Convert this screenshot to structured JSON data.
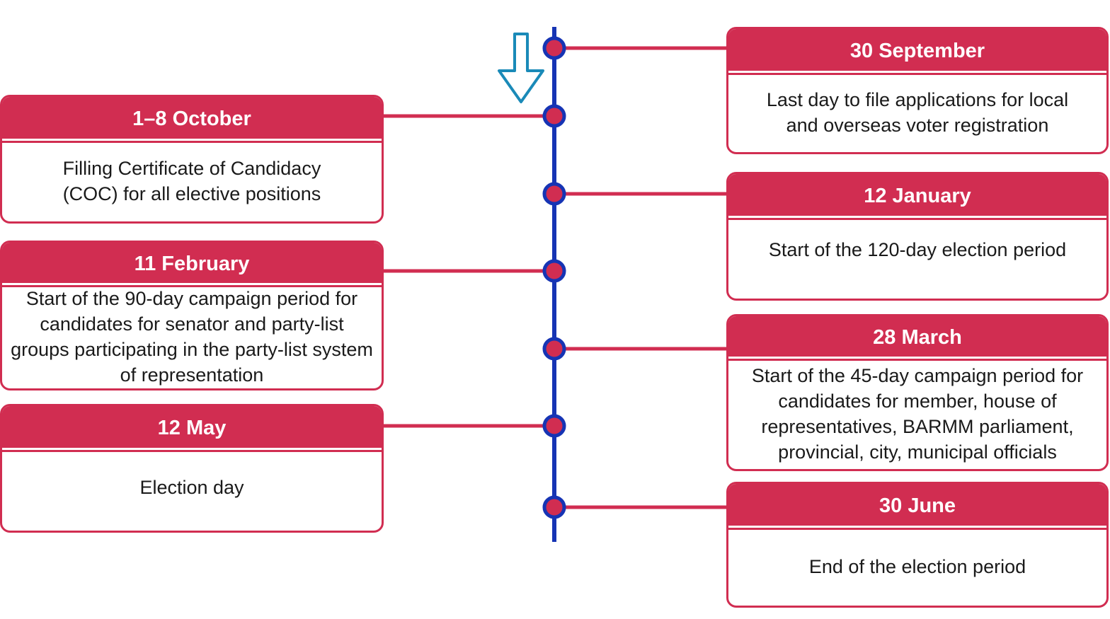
{
  "colors": {
    "accent": "#d12d51",
    "timeline": "#1634b4",
    "arrow": "#1a8ab8",
    "text": "#1a1a1a"
  },
  "arrow_icon": "down-arrow-icon",
  "events": [
    {
      "date": "30 September",
      "description": "Last day to file applications for local and overseas voter registration",
      "side": "right"
    },
    {
      "date": "1–8 October",
      "description": "Filling Certificate of Candidacy (COC) for all elective positions",
      "side": "left"
    },
    {
      "date": "12 January",
      "description": "Start of the 120-day election period",
      "side": "right"
    },
    {
      "date": "11 February",
      "description": "Start of the 90-day campaign period for candidates for senator and party-list groups participating in the party-list system of representation",
      "side": "left"
    },
    {
      "date": "28 March",
      "description": "Start of the 45-day campaign period for candidates for member, house of representatives, BARMM parliament, provincial, city, municipal officials",
      "side": "right"
    },
    {
      "date": "12 May",
      "description": "Election day",
      "side": "left"
    },
    {
      "date": "30 June",
      "description": "End of the election period",
      "side": "right"
    }
  ]
}
